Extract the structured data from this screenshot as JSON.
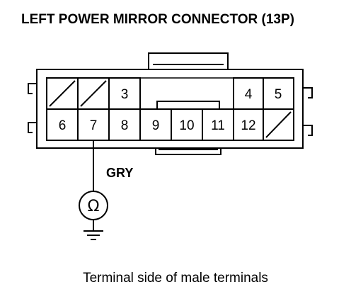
{
  "title": "LEFT POWER MIRROR CONNECTOR (13P)",
  "terminals": {
    "t3": "3",
    "t4": "4",
    "t5": "5",
    "t6": "6",
    "t7": "7",
    "t8": "8",
    "t9": "9",
    "t10": "10",
    "t11": "11",
    "t12": "12"
  },
  "probe": {
    "wire_color": "GRY",
    "meter_symbol": "Ω"
  },
  "caption": "Terminal side of male terminals"
}
